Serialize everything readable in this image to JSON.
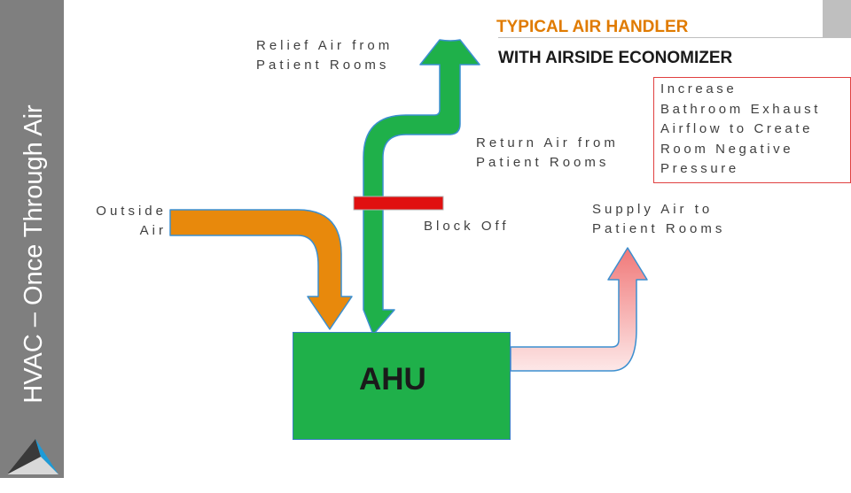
{
  "sidebar": {
    "title": "HVAC – Once Through Air"
  },
  "title": {
    "line1": "TYPICAL AIR HANDLER",
    "line2": "WITH AIRSIDE ECONOMIZER"
  },
  "labels": {
    "relief": "Relief Air from\nPatient Rooms",
    "return": "Return Air from\nPatient Rooms",
    "block_off": "Block Off",
    "outside": "Outside\nAir",
    "supply": "Supply Air to\nPatient Rooms",
    "note": "Increase\nBathroom Exhaust\nAirflow to Create\nRoom Negative\nPressure"
  },
  "ahu": {
    "label": "AHU"
  },
  "colors": {
    "sidebar": "#7f7f7f",
    "return_air": "#1fb04a",
    "outside_air": "#e8890c",
    "supply_air": "#f58a8a",
    "block_off": "#e01010",
    "ahu": "#1fb04a",
    "title_accent": "#e07b00"
  }
}
